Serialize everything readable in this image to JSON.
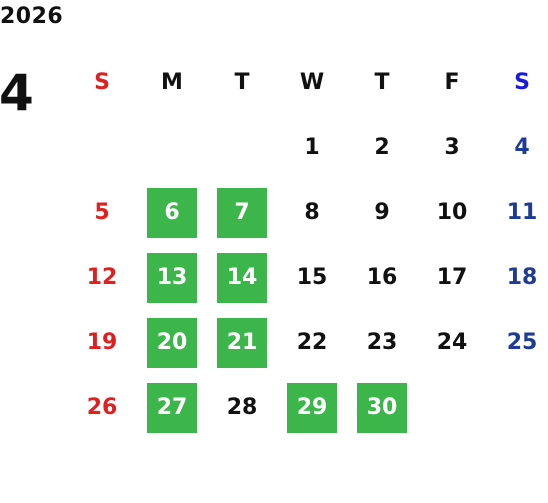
{
  "calendar": {
    "year": "2026",
    "month": "4",
    "weekday_headers": [
      "S",
      "M",
      "T",
      "W",
      "T",
      "F",
      "S"
    ],
    "highlight_color": "#3cb54a",
    "sunday_color": "#e02020",
    "saturday_color": "#1e3c96",
    "weeks": [
      [
        {
          "day": "",
          "highlight": false
        },
        {
          "day": "",
          "highlight": false
        },
        {
          "day": "",
          "highlight": false
        },
        {
          "day": "1",
          "highlight": false
        },
        {
          "day": "2",
          "highlight": false
        },
        {
          "day": "3",
          "highlight": false
        },
        {
          "day": "4",
          "highlight": false
        }
      ],
      [
        {
          "day": "5",
          "highlight": false
        },
        {
          "day": "6",
          "highlight": true
        },
        {
          "day": "7",
          "highlight": true
        },
        {
          "day": "8",
          "highlight": false
        },
        {
          "day": "9",
          "highlight": false
        },
        {
          "day": "10",
          "highlight": false
        },
        {
          "day": "11",
          "highlight": false
        }
      ],
      [
        {
          "day": "12",
          "highlight": false
        },
        {
          "day": "13",
          "highlight": true
        },
        {
          "day": "14",
          "highlight": true
        },
        {
          "day": "15",
          "highlight": false
        },
        {
          "day": "16",
          "highlight": false
        },
        {
          "day": "17",
          "highlight": false
        },
        {
          "day": "18",
          "highlight": false
        }
      ],
      [
        {
          "day": "19",
          "highlight": false
        },
        {
          "day": "20",
          "highlight": true
        },
        {
          "day": "21",
          "highlight": true
        },
        {
          "day": "22",
          "highlight": false
        },
        {
          "day": "23",
          "highlight": false
        },
        {
          "day": "24",
          "highlight": false
        },
        {
          "day": "25",
          "highlight": false
        }
      ],
      [
        {
          "day": "26",
          "highlight": false
        },
        {
          "day": "27",
          "highlight": true
        },
        {
          "day": "28",
          "highlight": false
        },
        {
          "day": "29",
          "highlight": true
        },
        {
          "day": "30",
          "highlight": true
        },
        {
          "day": "",
          "highlight": false
        },
        {
          "day": "",
          "highlight": false
        }
      ]
    ]
  }
}
